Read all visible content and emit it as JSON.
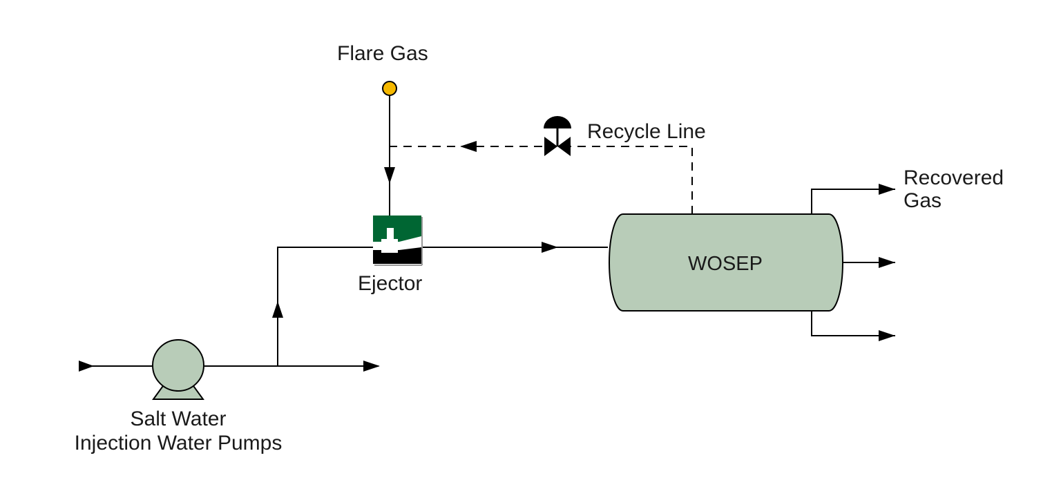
{
  "labels": {
    "flare_gas": "Flare Gas",
    "recycle_line": "Recycle Line",
    "recovered_gas_line1": "Recovered",
    "recovered_gas_line2": "Gas",
    "ejector": "Ejector",
    "wosep": "WOSEP",
    "pumps_line1": "Salt Water",
    "pumps_line2": "Injection Water Pumps"
  },
  "colors": {
    "line": "#000000",
    "flare_gas_node": "#f5b800",
    "vessel_fill": "#b8ccb8",
    "pump_fill": "#b8ccb8",
    "ejector_green": "#006633"
  }
}
